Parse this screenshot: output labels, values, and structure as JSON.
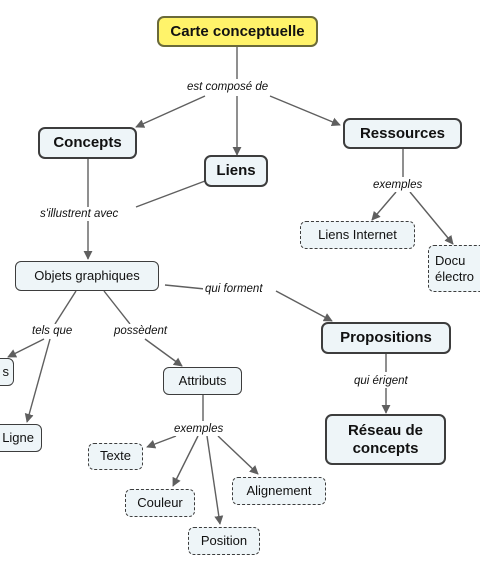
{
  "nodes": {
    "root": "Carte conceptuelle",
    "concepts": "Concepts",
    "liens": "Liens",
    "ressources": "Ressources",
    "objets": "Objets graphiques",
    "propositions": "Propositions",
    "reseau": "Réseau de concepts",
    "attributs": "Attributs",
    "liens_internet": "Liens Internet",
    "docs": "Docu électro",
    "formes": "s",
    "ligne": "Ligne",
    "texte": "Texte",
    "couleur": "Couleur",
    "alignement": "Alignement",
    "position": "Position"
  },
  "links": {
    "compose": "est composé de",
    "illustrent": "s'illustrent avec",
    "exemples_res": "exemples",
    "forment": "qui forment",
    "tels_que": "tels que",
    "possedent": "possèdent",
    "erigent": "qui érigent",
    "exemples_attr": "exemples"
  },
  "colors": {
    "root_fill": "#fff36a",
    "node_fill": "#eef5f8",
    "border": "#3d3d3d",
    "connector": "#5f5f5f"
  }
}
